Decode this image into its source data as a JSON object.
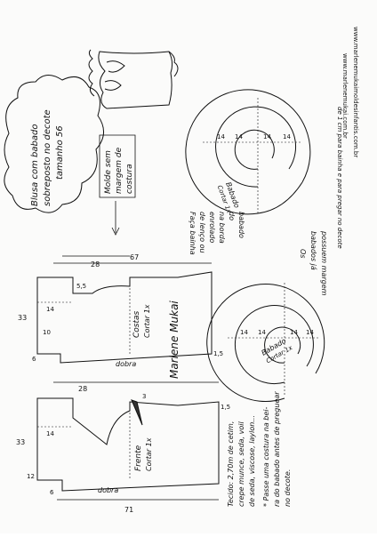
{
  "title_cloud": {
    "line1": "Blusa com babado",
    "line2": "sobreposto no decote",
    "line3": "tamanho 56"
  },
  "note_seam": {
    "line1": "Molde sem",
    "line2": "margem de",
    "line3": "costura"
  },
  "urls": {
    "line1": "www.marlenemukaimoldesinfantis.com.br",
    "line2": "www.marlenemukai.com.br"
  },
  "note_hem": {
    "line1": "Faça bainha",
    "line2": "de lenço ou",
    "line3": "enrolado",
    "line4": "na borda",
    "line5": "do",
    "line6": "babado"
  },
  "note_ruffles": {
    "line1": "Os",
    "line2": "babados já",
    "line3": "possuem margem",
    "line4": "de 1 cm para bainha e para pregar no decote"
  },
  "ruffle_top": {
    "label": "Babado",
    "cut": "Cortar 1x",
    "m1": "14",
    "m2": "14",
    "m3": "14",
    "m4": "14"
  },
  "ruffle_bottom": {
    "label": "Babado",
    "cut": "Cortar 1x",
    "m1": "14",
    "m2": "14",
    "m3": "14",
    "m4": "14"
  },
  "back_piece": {
    "label": "Costas",
    "cut": "Cortar 1x",
    "fold": "dobra",
    "m_width": "28",
    "m_length": "67",
    "m_33": "33",
    "m_14": "14",
    "m_10": "10",
    "m_55": "5,5",
    "m_6": "6",
    "m_15": "1,5"
  },
  "front_piece": {
    "label": "Frente",
    "cut": "Cortar 1x",
    "fold": "dobra",
    "m_width": "28",
    "m_length": "71",
    "m_33": "33",
    "m_14": "14",
    "m_12": "12",
    "m_6": "6",
    "m_15": "1,5",
    "m_3": "3"
  },
  "fabric_note": {
    "line1": "Tecido: 2,70m de cetim,",
    "line2": "crepe munce, seda, voil",
    "line3": "de seda, viscose, laylon...",
    "line4": "* Passe uma costura na bei-",
    "line5": "ra do babado antes de preguear",
    "line6": "no decote."
  },
  "signature": "Marlene Mukai"
}
